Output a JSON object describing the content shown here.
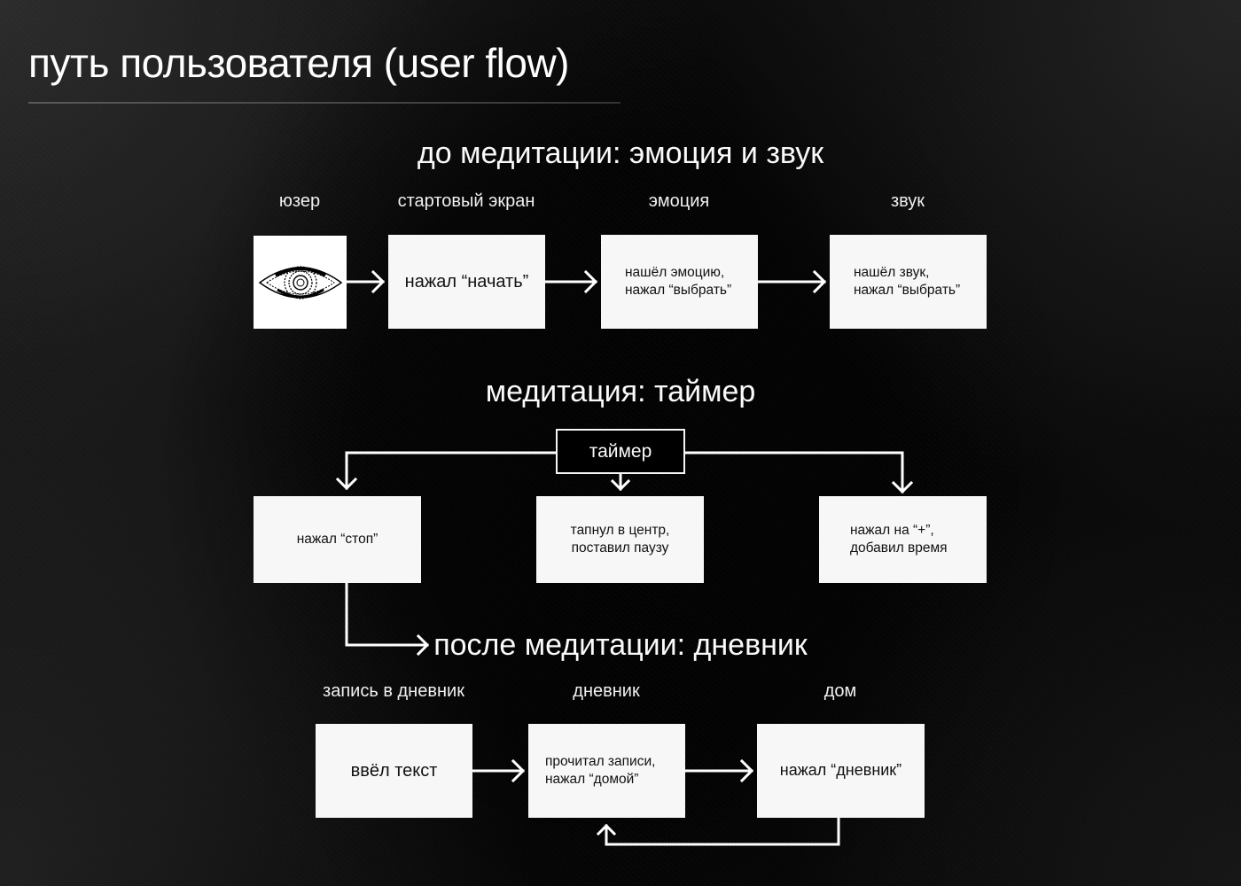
{
  "page": {
    "title": "путь пользователя (user flow)"
  },
  "sections": {
    "before": {
      "title": "до медитации: эмоция и звук",
      "columns": [
        {
          "label": "юзер",
          "icon": "eye-icon",
          "box_text": []
        },
        {
          "label": "стартовый экран",
          "box_text": [
            "нажал “начать”"
          ]
        },
        {
          "label": "эмоция",
          "box_text": [
            "нашёл эмоцию,",
            "нажал “выбрать”"
          ]
        },
        {
          "label": "звук",
          "box_text": [
            "нашёл звук,",
            "нажал “выбрать”"
          ]
        }
      ]
    },
    "meditation": {
      "title": "медитация: таймер",
      "timer_label": "таймер",
      "branches": [
        {
          "box_text": [
            "нажал “стоп”"
          ]
        },
        {
          "box_text": [
            "тапнул в центр,",
            "поставил паузу"
          ]
        },
        {
          "box_text": [
            "нажал на “+”,",
            "добавил время"
          ]
        }
      ]
    },
    "after": {
      "title": "после медитации: дневник",
      "columns": [
        {
          "label": "запись в дневник",
          "box_text": [
            "ввёл текст"
          ]
        },
        {
          "label": "дневник",
          "box_text": [
            "прочитал записи,",
            "нажал “домой”"
          ]
        },
        {
          "label": "дом",
          "box_text": [
            "нажал “дневник”"
          ]
        }
      ]
    }
  },
  "colors": {
    "background": "#060606",
    "box_fill": "#f7f7f7",
    "box_text": "#111111",
    "line": "#ffffff"
  }
}
